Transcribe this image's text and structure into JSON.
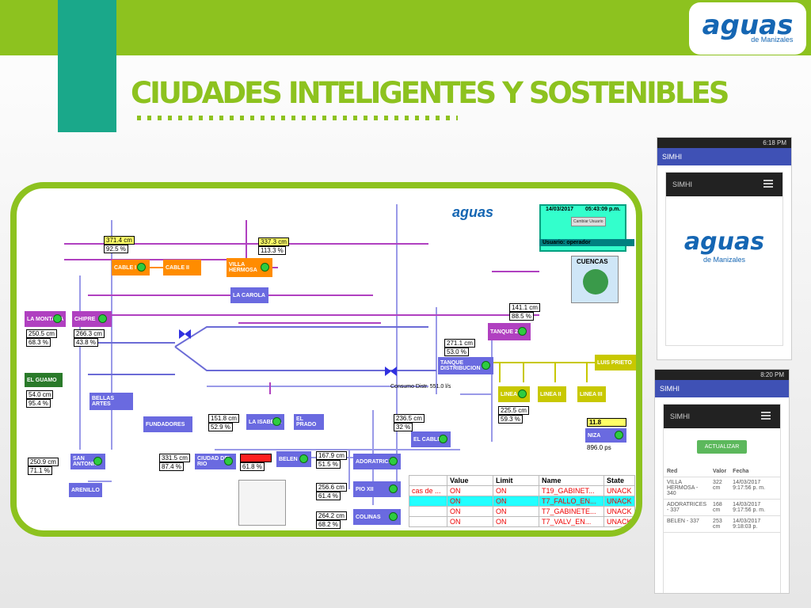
{
  "header": {
    "title": "CIUDADES INTELIGENTES Y SOSTENIBLES",
    "logo_main": "aguas",
    "logo_sub": "de Manizales"
  },
  "scada": {
    "logo": "aguas",
    "date": "14/03/2017",
    "time": "05:43:09 p.m.",
    "change_user": "Cambiar Usuario",
    "user_label": "Usuario: operador",
    "cuencas": "CUENCAS",
    "tanks": [
      {
        "name": "CABLE I",
        "value": "",
        "pct": ""
      },
      {
        "name": "CABLE II",
        "value": "",
        "pct": ""
      },
      {
        "name": "VILLA HERMOSA",
        "value": "337.3 cm",
        "pct": "113.3 %"
      },
      {
        "name": "LA CAROLA",
        "value": "",
        "pct": ""
      },
      {
        "name": "CHIPRE",
        "value": "266.3 cm",
        "pct": "43.8 %"
      },
      {
        "name": "LA MONTAÑA",
        "value": "250.5 cm",
        "pct": "68.3 %"
      },
      {
        "name": "EL GUAMO",
        "value": "54.0 cm",
        "pct": "95.4 %"
      },
      {
        "name": "BELLAS ARTES",
        "value": "",
        "": ""
      },
      {
        "name": "FUNDADORES",
        "value": "",
        "pct": ""
      },
      {
        "name": "LA ISABELA",
        "value": "151.8 cm",
        "pct": "52.9 %"
      },
      {
        "name": "EL PRADO",
        "value": "",
        "pct": ""
      },
      {
        "name": "SAN ANTONIO",
        "value": "250.9 cm",
        "pct": "71.1 %"
      },
      {
        "name": "ARENILLO",
        "value": "",
        "pct": ""
      },
      {
        "name": "CIUDAD DEL RIO",
        "value": "331.5 cm",
        "pct": "87.4 %"
      },
      {
        "name": "BELEN",
        "value": "",
        "pct": "61.8 %"
      },
      {
        "name": "ADORATRICES",
        "value": "167.9 cm",
        "pct": "51.5 %"
      },
      {
        "name": "PIO XII",
        "value": "256.6 cm",
        "pct": "61.4 %"
      },
      {
        "name": "COLINAS",
        "value": "264.2 cm",
        "pct": "68.2 %"
      },
      {
        "name": "EL CABLE",
        "value": "236.5 cm",
        "pct": "32 %"
      },
      {
        "name": "TANQUE 23",
        "value": "141.1 cm",
        "pct": "88.5 %"
      },
      {
        "name": "TANQUE DISTRIBUCION",
        "value": "271.1 cm",
        "pct": "53.0 %"
      },
      {
        "name": "LINEA I",
        "value": "225.5 cm",
        "pct": "59.3 %"
      },
      {
        "name": "LINEA II",
        "value": "",
        "": ""
      },
      {
        "name": "LINEA III",
        "value": "",
        "pct": ""
      },
      {
        "name": "NIZA",
        "value": "11.8",
        "pct": "896.0 ps"
      }
    ],
    "top_values": {
      "v1": "371.4 cm",
      "v1p": "92.5 %"
    },
    "consumo": "Consumo Distr.   551.0 l/s",
    "luis_prieto": "LUIS PRIETO",
    "alarm_cols": [
      "Value",
      "Limit",
      "Name",
      "State"
    ],
    "alarm_rows": [
      [
        "ON",
        "ON",
        "T19_GABINET...",
        "UNACK"
      ],
      [
        "ON",
        "ON",
        "T7_FALLO_EN...",
        "UNACK"
      ],
      [
        "ON",
        "ON",
        "T7_GABINETE...",
        "UNACK"
      ],
      [
        "ON",
        "ON",
        "T7_VALV_EN...",
        "UNACK"
      ]
    ],
    "alarm_first": "cas de ..."
  },
  "phone1": {
    "time": "6:18 PM",
    "app": "SIMHI",
    "menu": "SIMHI"
  },
  "phone2": {
    "time": "8:20 PM",
    "app": "SIMHI",
    "menu": "SIMHI",
    "button": "ACTUALIZAR",
    "cols": [
      "Red",
      "Valor",
      "Fecha"
    ],
    "rows": [
      [
        "VILLA HERMOSA - 340",
        "322 cm",
        "14/03/2017 9:17:56 p. m."
      ],
      [
        "ADORATRICES - 337",
        "168 cm",
        "14/03/2017 9:17:56 p. m."
      ],
      [
        "BELEN - 337",
        "253 cm",
        "14/03/2017 9:18:03 p."
      ]
    ]
  }
}
